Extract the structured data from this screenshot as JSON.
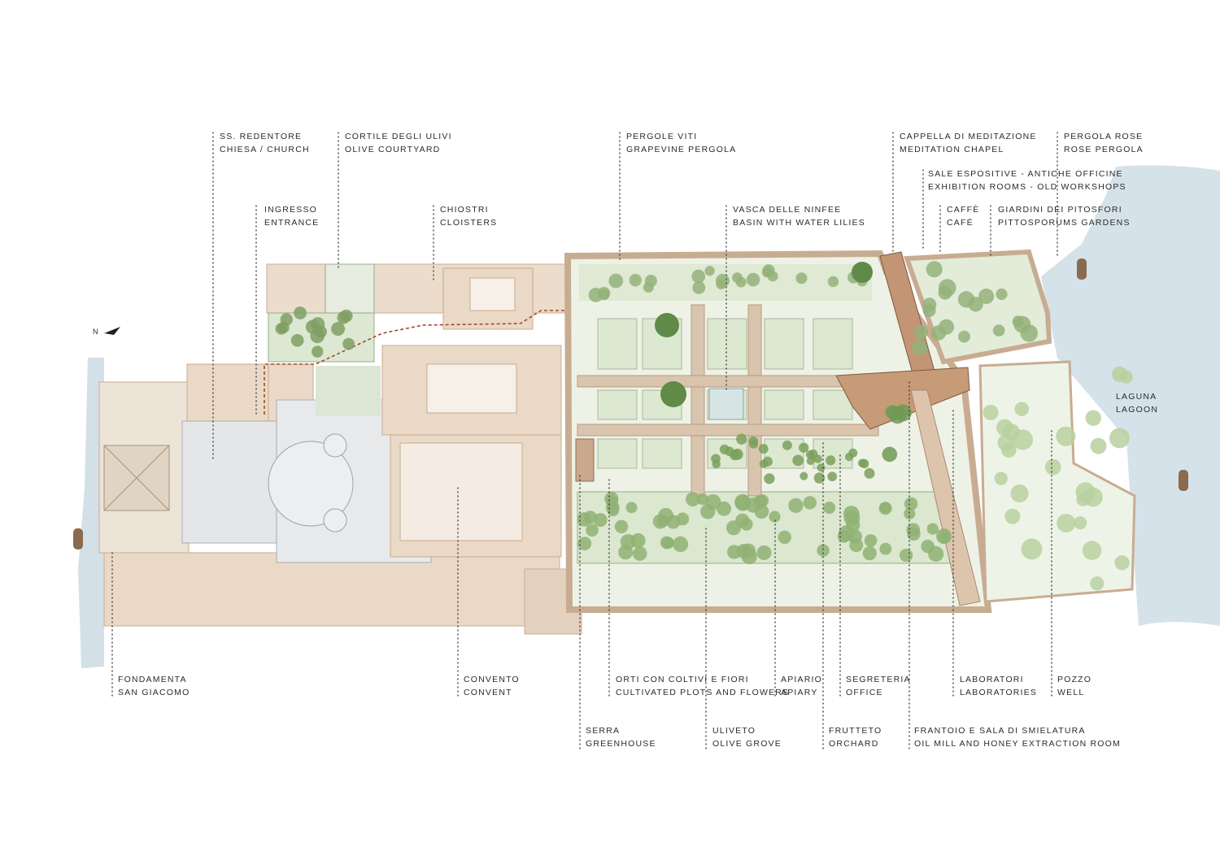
{
  "title": "Site plan – SS. Redentore convent and gardens",
  "colors": {
    "water": "#cfdde6",
    "building": "#ead9c6",
    "roof_line": "#c8ac92",
    "garden": "#e3ecd9",
    "tree": "#9fbb80",
    "tree_dark": "#6f9a55",
    "church": "#e4e6e8",
    "chapel": "#c39574",
    "path": "#c9b39b"
  },
  "labels_top": [
    {
      "id": "church",
      "it": "SS. Redentore",
      "en": "Chiesa / Church"
    },
    {
      "id": "olive-courtyard",
      "it": "Cortile degli Ulivi",
      "en": "Olive Courtyard"
    },
    {
      "id": "entrance",
      "it": "Ingresso",
      "en": "Entrance"
    },
    {
      "id": "cloisters",
      "it": "Chiostri",
      "en": "Cloisters"
    },
    {
      "id": "grapevine-pergola",
      "it": "Pergole Viti",
      "en": "Grapevine Pergola"
    },
    {
      "id": "water-lilies",
      "it": "Vasca delle Ninfee",
      "en": "Basin with Water Lilies"
    },
    {
      "id": "meditation-chapel",
      "it": "Cappella di Meditazione",
      "en": "Meditation Chapel"
    },
    {
      "id": "rose-pergola",
      "it": "Pergola Rose",
      "en": "Rose Pergola"
    },
    {
      "id": "exhibition",
      "it": "Sale Espositive - Antiche Officine",
      "en": "Exhibition Rooms - Old Workshops"
    },
    {
      "id": "cafe",
      "it": "Caffè",
      "en": "Café"
    },
    {
      "id": "pittosporum",
      "it": "Giardini dei Pitosfori",
      "en": "Pittosporums Gardens"
    }
  ],
  "labels_side": [
    {
      "id": "lagoon",
      "it": "Laguna",
      "en": "Lagoon"
    }
  ],
  "labels_bottom": [
    {
      "id": "fondamenta",
      "it": "Fondamenta",
      "en": "San Giacomo"
    },
    {
      "id": "convent",
      "it": "Convento",
      "en": "Convent"
    },
    {
      "id": "plots",
      "it": "Orti con coltivi e fiori",
      "en": "Cultivated plots and flowers"
    },
    {
      "id": "greenhouse",
      "it": "Serra",
      "en": "Greenhouse"
    },
    {
      "id": "olive-grove",
      "it": "Uliveto",
      "en": "Olive Grove"
    },
    {
      "id": "apiary",
      "it": "Apiario",
      "en": "Apiary"
    },
    {
      "id": "office",
      "it": "Segreteria",
      "en": "Office"
    },
    {
      "id": "orchard",
      "it": "Frutteto",
      "en": "Orchard"
    },
    {
      "id": "oil-mill",
      "it": "Frantoio e sala di smielatura",
      "en": "Oil mill and honey extraction room"
    },
    {
      "id": "laboratories",
      "it": "Laboratori",
      "en": "Laboratories"
    },
    {
      "id": "well",
      "it": "Pozzo",
      "en": "Well"
    }
  ],
  "north_label": "N"
}
